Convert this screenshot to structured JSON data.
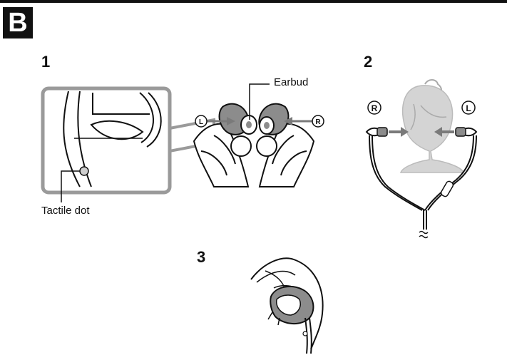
{
  "section": {
    "letter": "B"
  },
  "steps": [
    {
      "number": "1"
    },
    {
      "number": "2"
    },
    {
      "number": "3"
    }
  ],
  "labels": {
    "earbud": "Earbud",
    "tactile_dot": "Tactile dot",
    "right": "R",
    "left": "L"
  },
  "colors": {
    "ink": "#111111",
    "callout_box": "#9a9a9a",
    "earbud_gray": "#8c8c8c",
    "head_gray": "#d4d4d4",
    "arrow_gray": "#7a7a7a"
  }
}
